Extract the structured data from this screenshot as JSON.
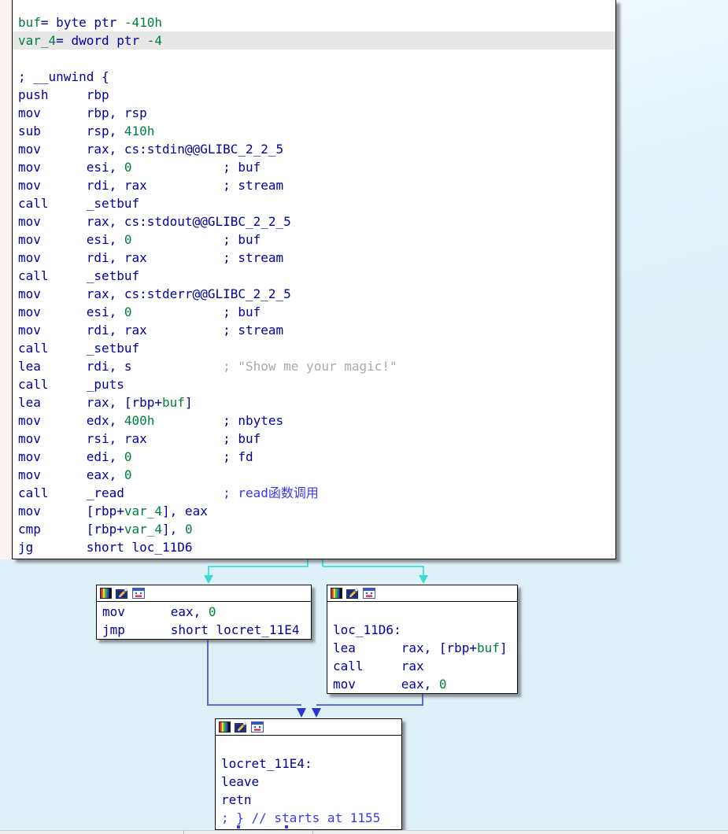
{
  "colors": {
    "code_navy": "#00009c",
    "name_green": "#008040",
    "string_gray": "#a9a9a9",
    "comment_blue": "#3838f0",
    "edge_cyan": "#4ae2da",
    "edge_blue": "#5b67e0",
    "highlight_row": "#e7e7e7",
    "node_bg": "#ffffff",
    "canvas_bg": "#def1f8"
  },
  "icons": {
    "node_color": "color-palette",
    "edit": "pencil",
    "group": "window-with-arrows"
  },
  "blocks": {
    "main": {
      "lines": [
        {
          "seg": [
            {
              "t": "buf",
              "c": "g"
            },
            {
              "t": "= byte ptr ",
              "c": "n"
            },
            {
              "t": "-410h",
              "c": "g"
            }
          ]
        },
        {
          "hl": true,
          "seg": [
            {
              "t": "var_4",
              "c": "g"
            },
            {
              "t": "= dword ptr ",
              "c": "n"
            },
            {
              "t": "-4",
              "c": "g"
            }
          ]
        },
        {
          "seg": []
        },
        {
          "seg": [
            {
              "t": "; __unwind {",
              "c": "n"
            }
          ]
        },
        {
          "seg": [
            {
              "t": "push     rbp",
              "c": "n"
            }
          ]
        },
        {
          "seg": [
            {
              "t": "mov      rbp, rsp",
              "c": "n"
            }
          ]
        },
        {
          "seg": [
            {
              "t": "sub      rsp, ",
              "c": "n"
            },
            {
              "t": "410h",
              "c": "g"
            }
          ]
        },
        {
          "seg": [
            {
              "t": "mov      rax, cs:stdin@@GLIBC_2_2_5",
              "c": "n"
            }
          ]
        },
        {
          "seg": [
            {
              "t": "mov      esi, ",
              "c": "n"
            },
            {
              "t": "0",
              "c": "g"
            },
            {
              "t": "            ; buf",
              "c": "n"
            }
          ]
        },
        {
          "seg": [
            {
              "t": "mov      rdi, rax          ; stream",
              "c": "n"
            }
          ]
        },
        {
          "seg": [
            {
              "t": "call     _setbuf",
              "c": "n"
            }
          ]
        },
        {
          "seg": [
            {
              "t": "mov      rax, cs:stdout@@GLIBC_2_2_5",
              "c": "n"
            }
          ]
        },
        {
          "seg": [
            {
              "t": "mov      esi, ",
              "c": "n"
            },
            {
              "t": "0",
              "c": "g"
            },
            {
              "t": "            ; buf",
              "c": "n"
            }
          ]
        },
        {
          "seg": [
            {
              "t": "mov      rdi, rax          ; stream",
              "c": "n"
            }
          ]
        },
        {
          "seg": [
            {
              "t": "call     _setbuf",
              "c": "n"
            }
          ]
        },
        {
          "seg": [
            {
              "t": "mov      rax, cs:stderr@@GLIBC_2_2_5",
              "c": "n"
            }
          ]
        },
        {
          "seg": [
            {
              "t": "mov      esi, ",
              "c": "n"
            },
            {
              "t": "0",
              "c": "g"
            },
            {
              "t": "            ; buf",
              "c": "n"
            }
          ]
        },
        {
          "seg": [
            {
              "t": "mov      rdi, rax          ; stream",
              "c": "n"
            }
          ]
        },
        {
          "seg": [
            {
              "t": "call     _setbuf",
              "c": "n"
            }
          ]
        },
        {
          "seg": [
            {
              "t": "lea      rdi, s            ",
              "c": "n"
            },
            {
              "t": "; \"Show me your magic!\"",
              "c": "y"
            }
          ]
        },
        {
          "seg": [
            {
              "t": "call     _puts",
              "c": "n"
            }
          ]
        },
        {
          "seg": [
            {
              "t": "lea      rax, [rbp+",
              "c": "n"
            },
            {
              "t": "buf",
              "c": "g"
            },
            {
              "t": "]",
              "c": "n"
            }
          ]
        },
        {
          "seg": [
            {
              "t": "mov      edx, ",
              "c": "n"
            },
            {
              "t": "400h",
              "c": "g"
            },
            {
              "t": "         ; nbytes",
              "c": "n"
            }
          ]
        },
        {
          "seg": [
            {
              "t": "mov      rsi, rax          ; buf",
              "c": "n"
            }
          ]
        },
        {
          "seg": [
            {
              "t": "mov      edi, ",
              "c": "n"
            },
            {
              "t": "0",
              "c": "g"
            },
            {
              "t": "            ; fd",
              "c": "n"
            }
          ]
        },
        {
          "seg": [
            {
              "t": "mov      eax, ",
              "c": "n"
            },
            {
              "t": "0",
              "c": "g"
            }
          ]
        },
        {
          "seg": [
            {
              "t": "call     _read",
              "c": "n"
            },
            {
              "t": "             ",
              "c": "n"
            },
            {
              "t": "; read函数调用",
              "c": "b"
            }
          ]
        },
        {
          "seg": [
            {
              "t": "mov      [rbp+",
              "c": "n"
            },
            {
              "t": "var_4",
              "c": "g"
            },
            {
              "t": "], eax",
              "c": "n"
            }
          ]
        },
        {
          "seg": [
            {
              "t": "cmp      [rbp+",
              "c": "n"
            },
            {
              "t": "var_4",
              "c": "g"
            },
            {
              "t": "], ",
              "c": "n"
            },
            {
              "t": "0",
              "c": "g"
            }
          ]
        },
        {
          "seg": [
            {
              "t": "jg       short loc_11D6",
              "c": "n"
            }
          ]
        }
      ]
    },
    "left": {
      "lines": [
        {
          "seg": [
            {
              "t": "mov      eax, ",
              "c": "n"
            },
            {
              "t": "0",
              "c": "g"
            }
          ]
        },
        {
          "seg": [
            {
              "t": "jmp      short locret_11E4",
              "c": "n"
            }
          ]
        }
      ]
    },
    "right": {
      "lines": [
        {
          "seg": []
        },
        {
          "seg": [
            {
              "t": "loc_11D6:",
              "c": "n"
            }
          ]
        },
        {
          "seg": [
            {
              "t": "lea      rax, [rbp+",
              "c": "n"
            },
            {
              "t": "buf",
              "c": "g"
            },
            {
              "t": "]",
              "c": "n"
            }
          ]
        },
        {
          "seg": [
            {
              "t": "call     rax",
              "c": "n"
            }
          ]
        },
        {
          "seg": [
            {
              "t": "mov      eax, ",
              "c": "n"
            },
            {
              "t": "0",
              "c": "g"
            }
          ]
        }
      ]
    },
    "bottom": {
      "lines": [
        {
          "seg": []
        },
        {
          "seg": [
            {
              "t": "locret_11E4:",
              "c": "n"
            }
          ]
        },
        {
          "seg": [
            {
              "t": "leave",
              "c": "n"
            }
          ]
        },
        {
          "seg": [
            {
              "t": "retn",
              "c": "n"
            }
          ]
        },
        {
          "seg": [
            {
              "t": "; } // starts at 1155",
              "c": "b"
            }
          ]
        }
      ]
    }
  }
}
